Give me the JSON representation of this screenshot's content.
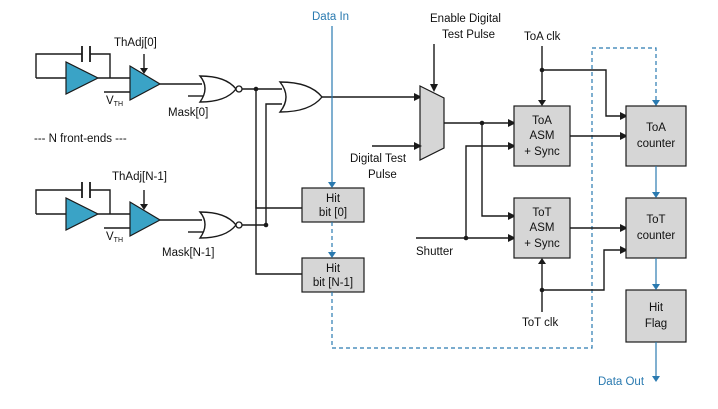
{
  "colors": {
    "amplifier_fill": "#3aa3c6",
    "block_fill": "#d6d6d6",
    "data_path": "#2a7ab0",
    "wire": "#1a1a1a"
  },
  "labels": {
    "data_in": "Data In",
    "data_out": "Data Out",
    "enable_digital_test_pulse": [
      "Enable Digital",
      "Test Pulse"
    ],
    "digital_test_pulse": [
      "Digital Test",
      "Pulse"
    ],
    "toa_clk": "ToA clk",
    "tot_clk": "ToT clk",
    "shutter": "Shutter",
    "thadj_0": "ThAdj[0]",
    "thadj_n1": "ThAdj[N-1]",
    "vth": "V",
    "vth_sub": "TH",
    "mask_0": "Mask[0]",
    "mask_n1": "Mask[N-1]",
    "n_front_ends": "--- N front-ends ---"
  },
  "blocks": {
    "hit_bit_0": [
      "Hit",
      "bit [0]"
    ],
    "hit_bit_n1": [
      "Hit",
      "bit [N-1]"
    ],
    "toa_asm": [
      "ToA",
      "ASM",
      "+ Sync"
    ],
    "tot_asm": [
      "ToT",
      "ASM",
      "+ Sync"
    ],
    "toa_counter": [
      "ToA",
      "counter"
    ],
    "tot_counter": [
      "ToT",
      "counter"
    ],
    "hit_flag": [
      "Hit",
      "Flag"
    ]
  },
  "icons": {
    "preamp": "triangle-amplifier-icon",
    "discriminator": "triangle-comparator-icon",
    "nor_gate": "nor-gate-icon",
    "or_gate": "or-gate-icon",
    "mux": "multiplexer-icon",
    "capacitor": "capacitor-icon"
  }
}
